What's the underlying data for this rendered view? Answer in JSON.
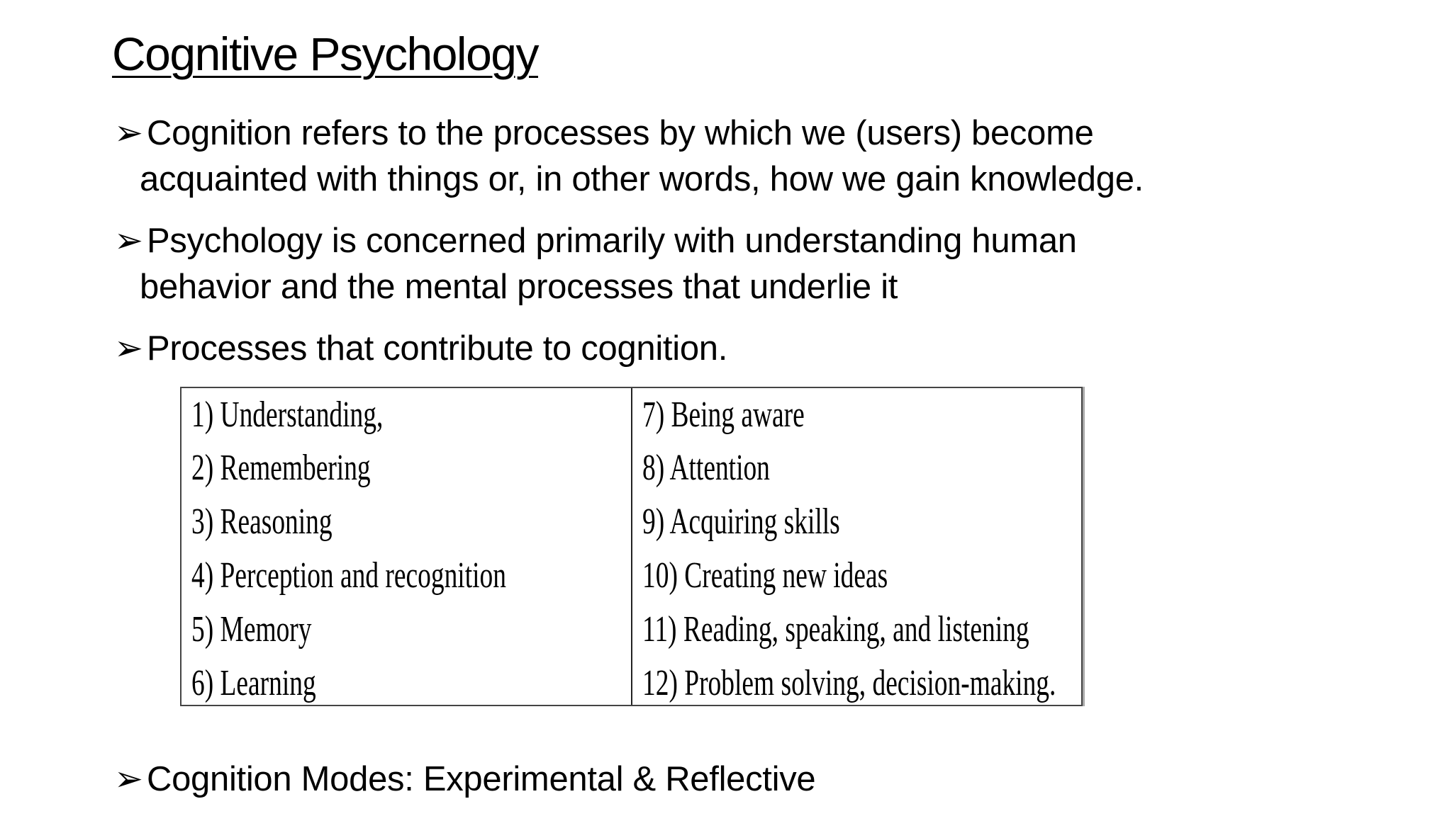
{
  "title": "Cognitive Psychology",
  "bullet_icon": "arrowhead-bullet-icon",
  "bullets": [
    {
      "line1": "Cognition refers to the processes by which we (users) become",
      "line2": "acquainted with things or, in other words, how we gain knowledge."
    },
    {
      "line1": "Psychology is concerned primarily with understanding human",
      "line2": "behavior and the mental processes that underlie it"
    },
    {
      "line1": "Processes that contribute to cognition."
    },
    {
      "line1": "Cognition Modes: Experimental & Reflective"
    }
  ],
  "processes": {
    "left": [
      "1)  Understanding,",
      "2)  Remembering",
      "3)  Reasoning",
      "4)  Perception and recognition",
      "5)  Memory",
      "6)  Learning"
    ],
    "right": [
      "7)  Being aware",
      "8)  Attention",
      "9)  Acquiring skills",
      "10) Creating new ideas",
      "11) Reading, speaking, and listening",
      "12) Problem solving, decision-making."
    ]
  }
}
